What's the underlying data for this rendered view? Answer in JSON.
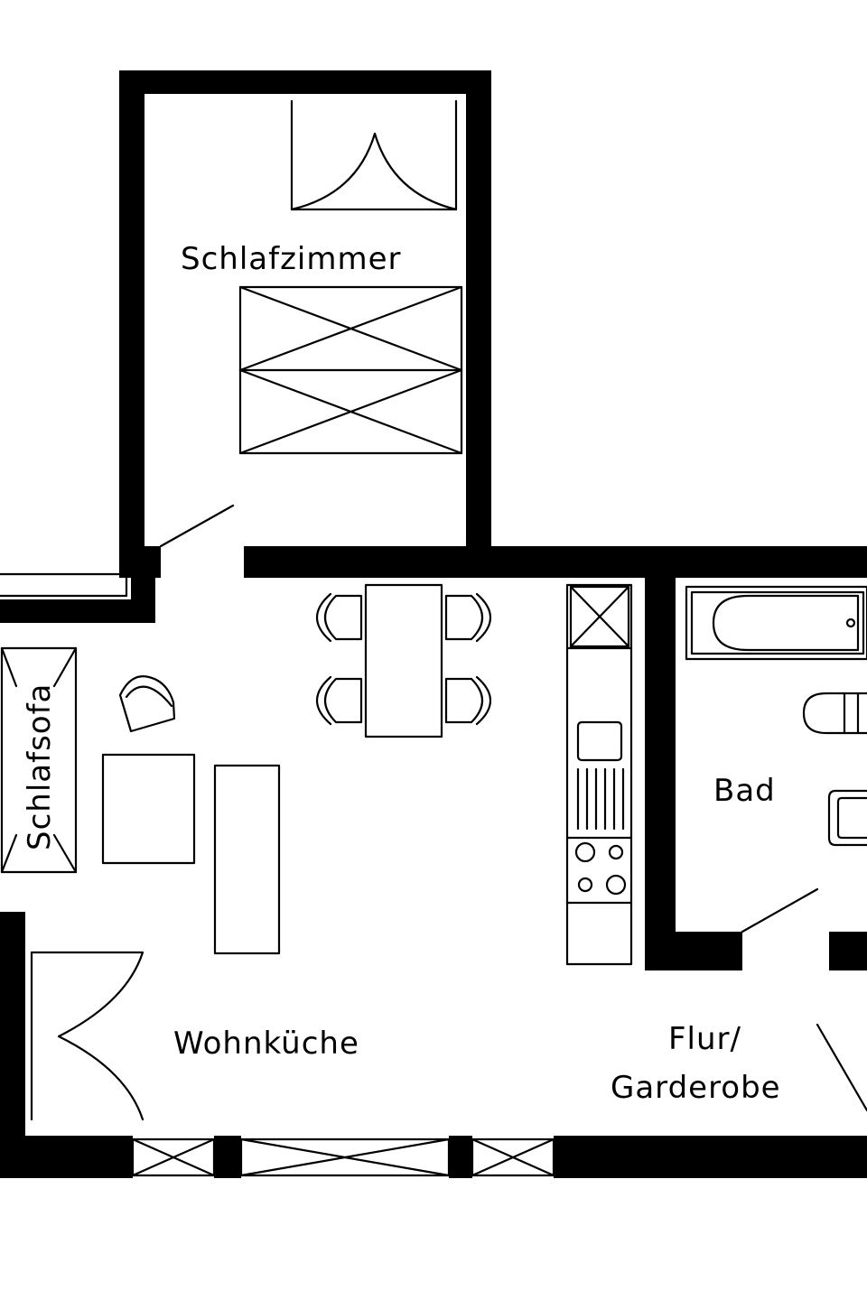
{
  "rooms": {
    "schlafzimmer": "Schlafzimmer",
    "wohnkueche": "Wohnküche",
    "bad": "Bad",
    "flur_line1": "Flur/",
    "flur_line2": "Garderobe"
  },
  "furniture": {
    "schlafsofa": "Schlafsofa"
  },
  "colors": {
    "wall": "#000000",
    "background": "#ffffff"
  }
}
